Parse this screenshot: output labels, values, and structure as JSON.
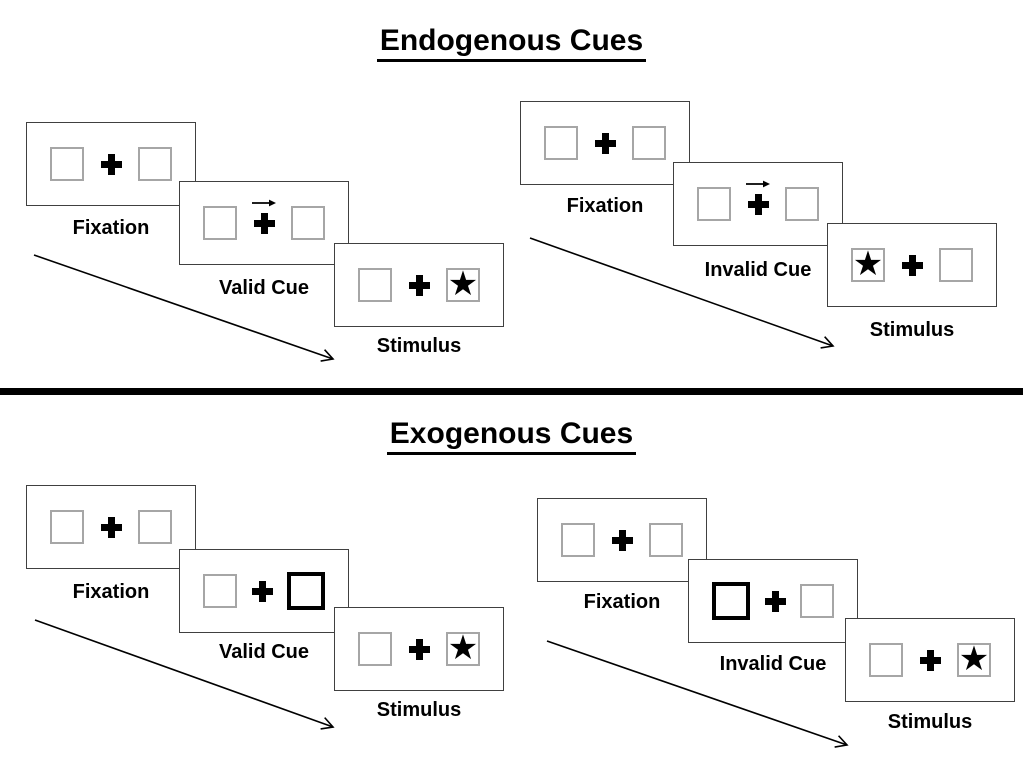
{
  "sections": [
    {
      "id": "endogenous",
      "title": "Endogenous Cues",
      "groups": [
        {
          "name": "valid-trial",
          "panels": [
            {
              "label": "Fixation",
              "type": "fixation"
            },
            {
              "label": "Valid Cue",
              "type": "arrow-cue",
              "cue_direction": "right"
            },
            {
              "label": "Stimulus",
              "type": "stimulus",
              "star_side": "right"
            }
          ]
        },
        {
          "name": "invalid-trial",
          "panels": [
            {
              "label": "Fixation",
              "type": "fixation"
            },
            {
              "label": "Invalid Cue",
              "type": "arrow-cue",
              "cue_direction": "right"
            },
            {
              "label": "Stimulus",
              "type": "stimulus",
              "star_side": "left"
            }
          ]
        }
      ]
    },
    {
      "id": "exogenous",
      "title": "Exogenous Cues",
      "groups": [
        {
          "name": "valid-trial",
          "panels": [
            {
              "label": "Fixation",
              "type": "fixation"
            },
            {
              "label": "Valid Cue",
              "type": "box-cue",
              "cue_side": "right"
            },
            {
              "label": "Stimulus",
              "type": "stimulus",
              "star_side": "right"
            }
          ]
        },
        {
          "name": "invalid-trial",
          "panels": [
            {
              "label": "Fixation",
              "type": "fixation"
            },
            {
              "label": "Invalid Cue",
              "type": "box-cue",
              "cue_side": "left"
            },
            {
              "label": "Stimulus",
              "type": "stimulus",
              "star_side": "right"
            }
          ]
        }
      ]
    }
  ],
  "icons": {
    "star": "★",
    "fixation_cross": "plus-cross",
    "cue_arrow": "right-arrow",
    "timeline_arrow": "diagonal-down-right-arrow"
  },
  "colors": {
    "background": "#ffffff",
    "panel_border": "#404040",
    "placeholder_box_border": "#a6a6a6",
    "cue_box_border": "#000000",
    "ink": "#000000"
  }
}
